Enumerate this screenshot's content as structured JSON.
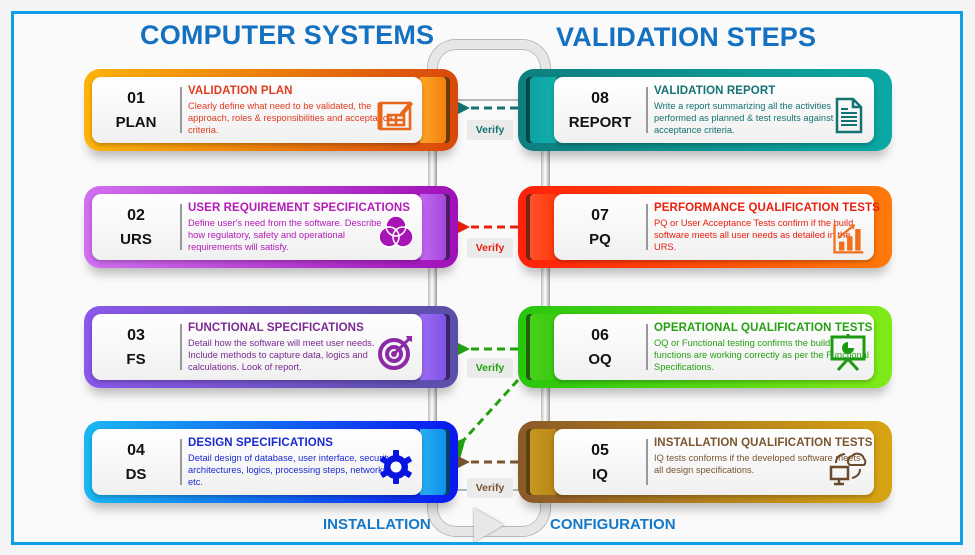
{
  "headings": {
    "left": "COMPUTER SYSTEMS",
    "right": "VALIDATION STEPS"
  },
  "footer": {
    "left": "INSTALLATION",
    "right": "CONFIGURATION"
  },
  "verify_label": "Verify",
  "left_steps": [
    {
      "number": "01",
      "code": "PLAN",
      "title": "VALIDATION PLAN",
      "description": "Clearly define what need to be validated, the approach, roles & responsibilities and acceptance  criteria.",
      "icon": "blueprint-pencil-icon",
      "color": "#f7a10d",
      "color_dark": "#d94d0a",
      "text_color": "#e03b1f"
    },
    {
      "number": "02",
      "code": "URS",
      "title": "USER REQUIREMENT SPECIFICATIONS",
      "description": "Define user's need  from the software. Describe  how regulatory, safety  and operational requirements will satisfy.",
      "icon": "venn-diagram-icon",
      "color": "#cc55ee",
      "color_dark": "#a812b8",
      "text_color": "#b21bb8"
    },
    {
      "number": "03",
      "code": "FS",
      "title": "FUNCTIONAL SPECIFICATIONS",
      "description": "Detail how the software will meet user needs. Include methods to capture data, logics and calculations. Look of report.",
      "icon": "target-arrow-icon",
      "color": "#8a5ee8",
      "color_dark": "#6a4fb0",
      "text_color": "#7a2a90"
    },
    {
      "number": "04",
      "code": "DS",
      "title": "DESIGN SPECIFICATIONS",
      "description": "Detail design of database, user interface, security, architectures, logics, processing steps, networks etc.",
      "icon": "gear-icon",
      "color": "#18b6f2",
      "color_dark": "#0a20e6",
      "text_color": "#1a2ad0"
    }
  ],
  "right_steps": [
    {
      "number": "08",
      "code": "REPORT",
      "title": "VALIDATION REPORT",
      "description": "Write a report summarizing all the activities performed as planned  & test results against acceptance  criteria.",
      "icon": "document-icon",
      "color": "#0e7e7e",
      "color_dark": "#0aa3a0",
      "text_color": "#157272",
      "verify_color": "#157272"
    },
    {
      "number": "07",
      "code": "PQ",
      "title": "PERFORMANCE QUALIFICATION TESTS",
      "description": "PQ or User  Acceptance  Tests confirm if the build software meets all user needs as detailed in the URS.",
      "icon": "bar-chart-growth-icon",
      "color": "#ff2a0a",
      "color_dark": "#ff7a0a",
      "text_color": "#e8200e",
      "verify_color": "#e8200e"
    },
    {
      "number": "06",
      "code": "OQ",
      "title": "OPERATIONAL QUALIFICATION TESTS",
      "description": "OQ  or Functional testing confirms the build functions are working correctly as per the Functional Specifications.",
      "icon": "presentation-board-icon",
      "color": "#2ec60e",
      "color_dark": "#7ae81a",
      "text_color": "#24a010",
      "verify_color": "#24a010"
    },
    {
      "number": "05",
      "code": "IQ",
      "title": "INSTALLATION QUALIFICATION TESTS",
      "description": "IQ tests conforms if the developed software meets all design specifications.",
      "icon": "cloud-computer-sync-icon",
      "color": "#9a6a2a",
      "color_dark": "#d4a010",
      "text_color": "#7a5530",
      "verify_color": "#7a5530"
    }
  ]
}
